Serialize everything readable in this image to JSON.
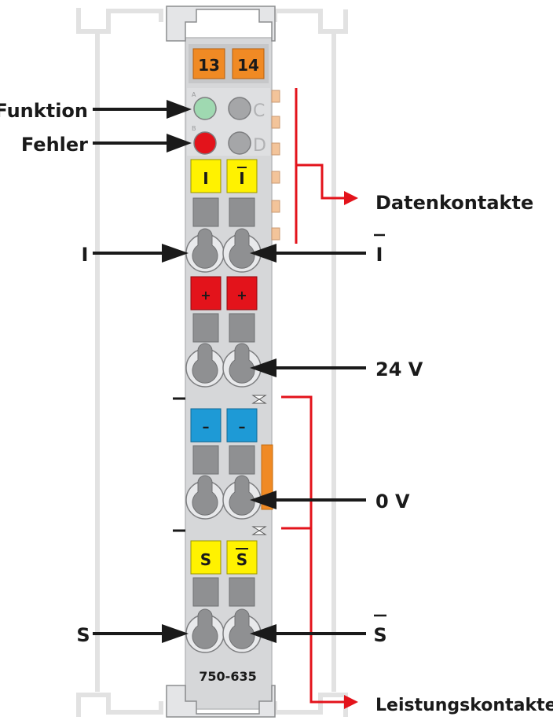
{
  "labels": {
    "funktion": "Funktion",
    "fehler": "Fehler",
    "datenkontakte": "Datenkontakte",
    "i_left": "I",
    "i_bar_right": "I",
    "v24": "24 V",
    "v0": "0 V",
    "s_left": "S",
    "s_bar_right": "S",
    "leistungskontakte": "Leistungskontakte"
  },
  "module": {
    "part_number": "750-635",
    "connector_left": "13",
    "connector_right": "14",
    "led_letters": {
      "a": "A",
      "b": "B",
      "c": "C",
      "d": "D"
    },
    "terminal_i_left": "I",
    "terminal_i_right": "I",
    "terminal_plus_left": "+",
    "terminal_plus_right": "+",
    "terminal_minus_left": "–",
    "terminal_minus_right": "–",
    "terminal_s_left": "S",
    "terminal_s_right": "S"
  },
  "colors": {
    "led_function": "#9fd9b1",
    "led_error": "#e3131b",
    "led_off": "#a5a6a8",
    "connector_orange": "#f08a24",
    "terminal_yellow": "#fff200",
    "terminal_red": "#e3131b",
    "terminal_blue": "#1e9ad6",
    "bracket_red": "#e3131b",
    "housing_gray": "#d4d5d7",
    "clamp_gray": "#8f9092"
  }
}
